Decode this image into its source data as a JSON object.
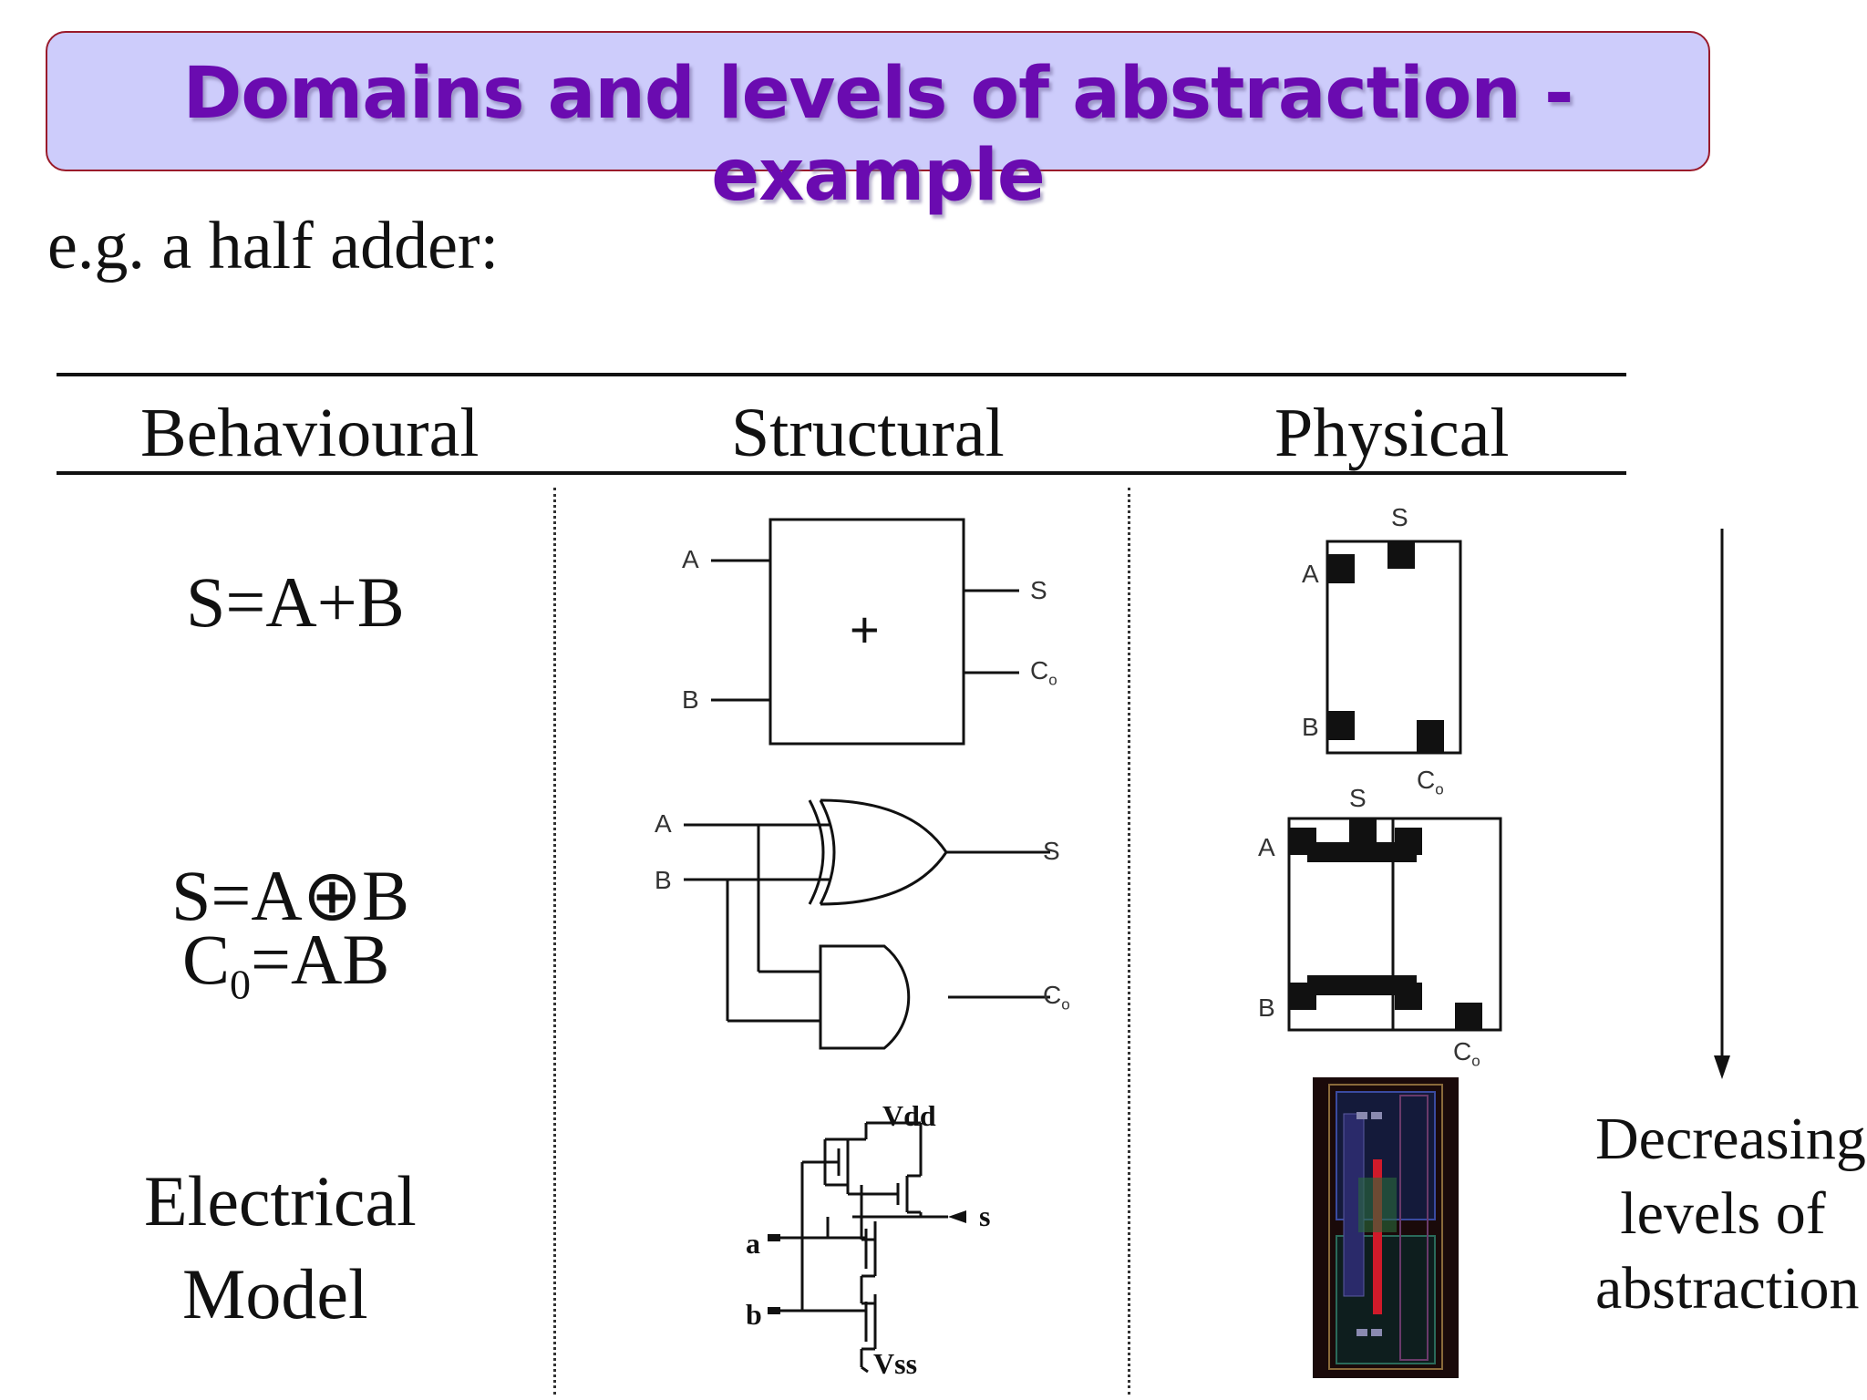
{
  "title": "Domains and levels of abstraction - example",
  "subtitle": "e.g. a half adder:",
  "columns": {
    "behavioural": "Behavioural",
    "structural": "Structural",
    "physical": "Physical"
  },
  "behavioural": {
    "row1": "S=A+B",
    "row2_line1": "S=A⊕B",
    "row2_line2_main": "C",
    "row2_line2_sub": "0",
    "row2_line2_rest": "=AB",
    "row3_line1": "Electrical",
    "row3_line2": "Model"
  },
  "structural": {
    "block": {
      "in_a": "A",
      "in_b": "B",
      "op": "+",
      "out_s": "S",
      "out_c": "C",
      "out_c_sub": "o"
    },
    "gates": {
      "in_a": "A",
      "in_b": "B",
      "out_s": "S",
      "out_c": "C",
      "out_c_sub": "o"
    },
    "transistor": {
      "vdd": "Vdd",
      "vss": "Vss",
      "in_a": "a",
      "in_b": "b",
      "out_s": "s"
    }
  },
  "physical": {
    "block": {
      "s": "S",
      "a": "A",
      "b": "B",
      "c": "C",
      "c_sub": "o"
    },
    "cell": {
      "s": "S",
      "a": "A",
      "b": "B",
      "c": "C",
      "c_sub": "o"
    }
  },
  "side_note": {
    "line1": "Decreasing",
    "line2": "levels of",
    "line3": "abstraction"
  }
}
